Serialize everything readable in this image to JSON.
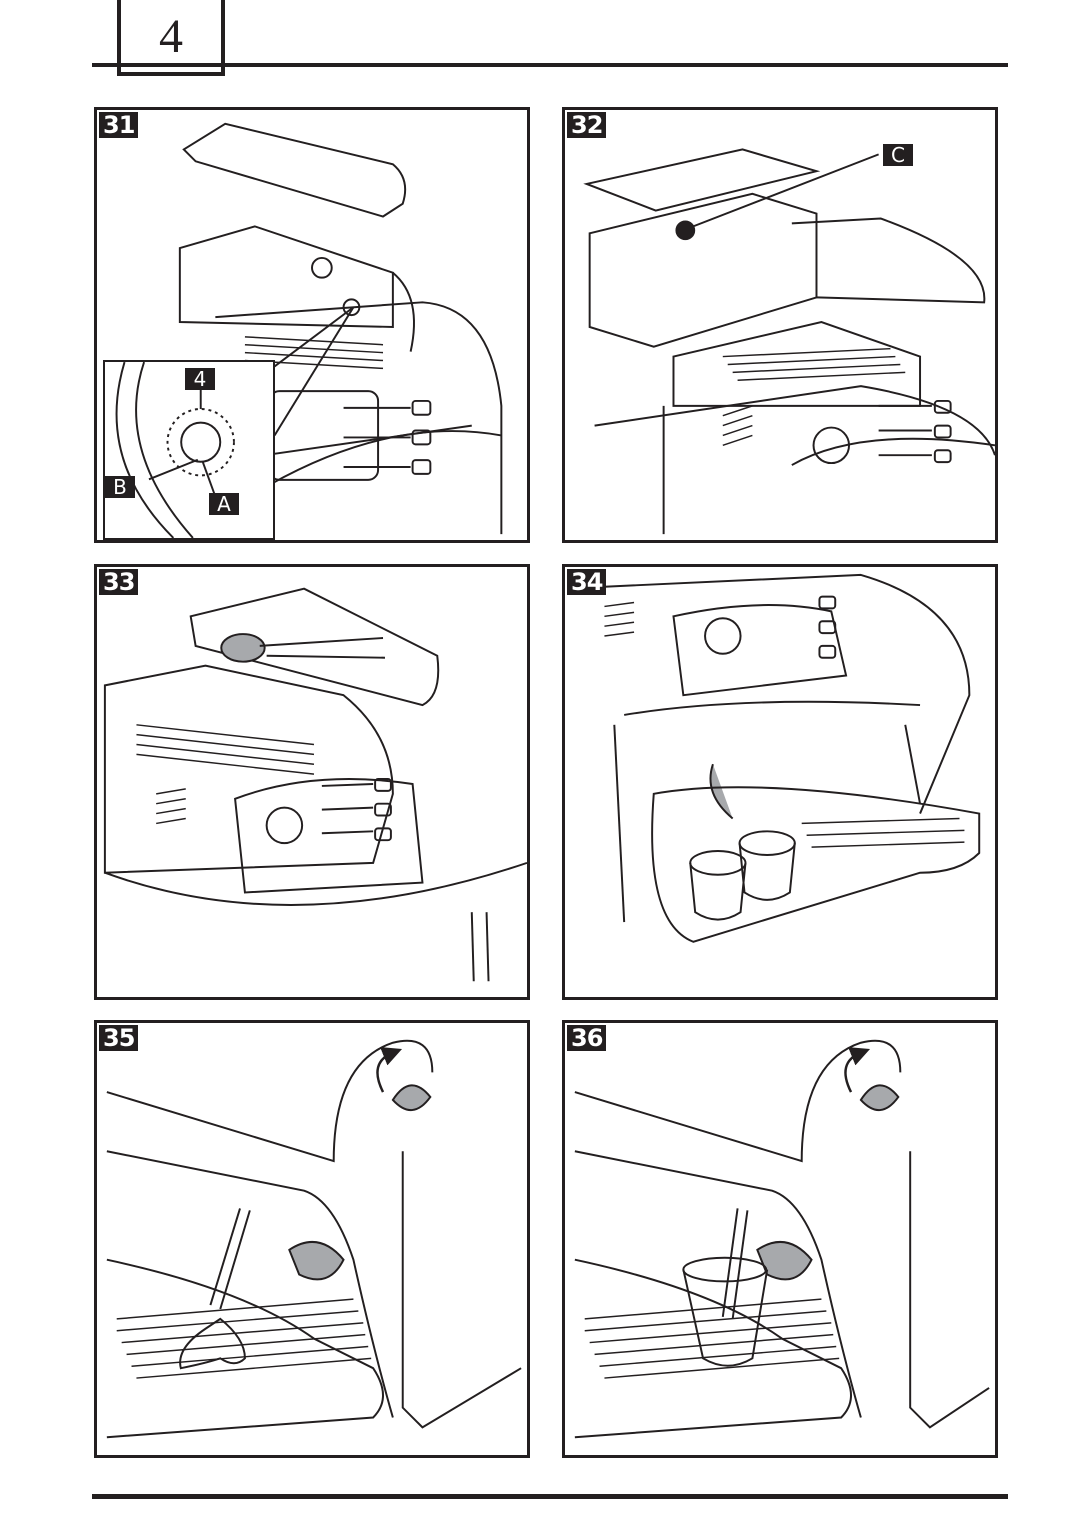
{
  "page": {
    "number": "4"
  },
  "figures": [
    {
      "id": "31",
      "label": "31",
      "callouts": [
        "4",
        "B",
        "A"
      ]
    },
    {
      "id": "32",
      "label": "32",
      "callouts": [
        "C"
      ]
    },
    {
      "id": "33",
      "label": "33",
      "callouts": []
    },
    {
      "id": "34",
      "label": "34",
      "callouts": []
    },
    {
      "id": "35",
      "label": "35",
      "callouts": []
    },
    {
      "id": "36",
      "label": "36",
      "callouts": []
    }
  ],
  "colors": {
    "ink": "#231f20",
    "shade": "#a7a9ac",
    "paper": "#ffffff"
  },
  "icons": [
    "coffee-machine-illustration",
    "rotation-arrow-icon",
    "steam-wand-illustration",
    "cup-illustration"
  ]
}
